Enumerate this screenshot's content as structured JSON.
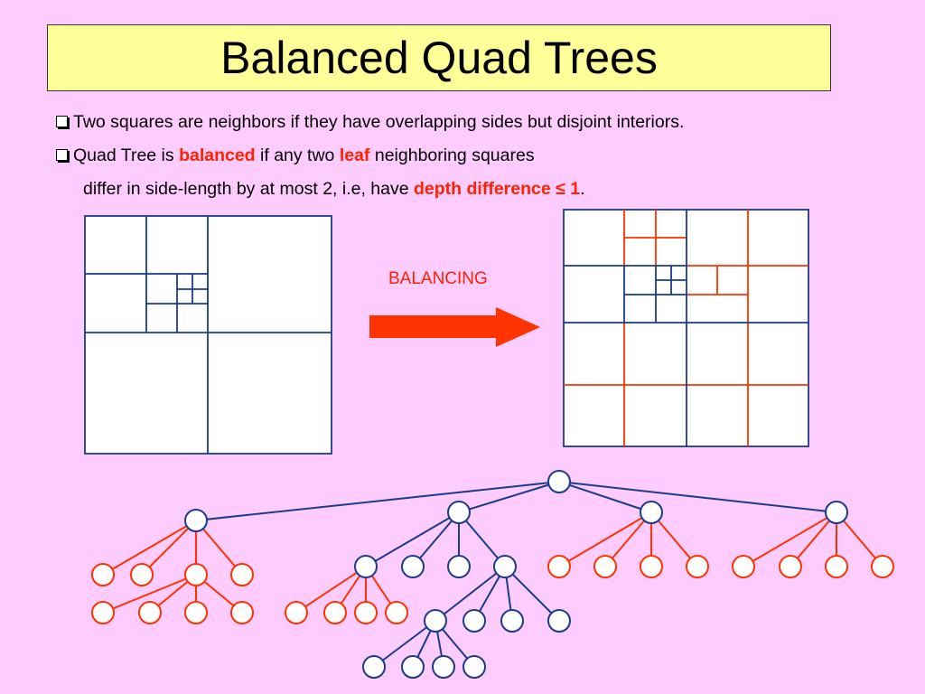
{
  "title": "Balanced Quad Trees",
  "bullets": {
    "b1": "Two squares are neighbors if they have overlapping sides but disjoint interiors.",
    "b2_pre": "Quad Tree is ",
    "b2_balanced": "balanced",
    "b2_mid": " if any two ",
    "b2_leaf": "leaf",
    "b2_post": " neighboring squares",
    "b3_pre": "differ in side-length by at most 2, i.e, have ",
    "b3_hl": "depth difference ≤ 1",
    "b3_post": "."
  },
  "arrow_label": "BALANCING",
  "colors": {
    "background": "#ffccff",
    "title_bg": "#ffff99",
    "original_lines": "#1a3a8f",
    "added_lines": "#ff3300",
    "arrow": "#ff3300"
  }
}
